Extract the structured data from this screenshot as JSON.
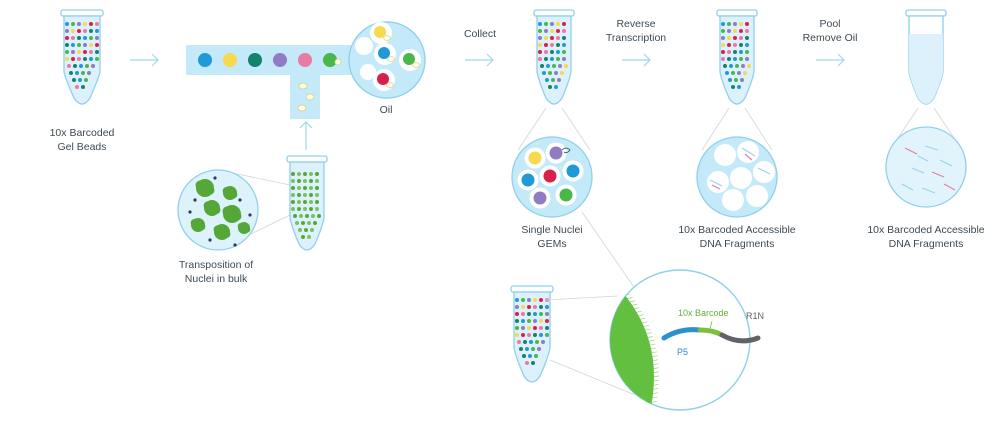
{
  "labels": {
    "gel_beads": [
      "10x Barcoded",
      "Gel Beads"
    ],
    "oil": "Oil",
    "transposition": [
      "Transposition of",
      "Nuclei in bulk"
    ],
    "collect": "Collect",
    "reverse_transcription": [
      "Reverse",
      "Transcription"
    ],
    "pool_remove_oil": [
      "Pool",
      "Remove Oil"
    ],
    "single_nuclei_gems": [
      "Single Nuclei",
      "GEMs"
    ],
    "fragments_mid": [
      "10x Barcoded Accessible",
      "DNA Fragments"
    ],
    "fragments_right": [
      "10x Barcoded Accessible",
      "DNA Fragments"
    ],
    "barcode": "10x Barcode",
    "p5": "P5",
    "r1n": "R1N"
  },
  "colors": {
    "tube_fill": "#dcf1fb",
    "tube_stroke": "#8fd0ec",
    "channel": "#c4e9f8",
    "nuclei_green": "#55a838",
    "arrow": "#9fd6ee",
    "text": "#3d4a55",
    "gem_palette": [
      "#1f9ad6",
      "#f5d94e",
      "#14836b",
      "#8f7cc3",
      "#e97aa3",
      "#49b749",
      "#d8204a"
    ]
  },
  "channel_beads": [
    "#1f9ad6",
    "#f5d94e",
    "#14836b",
    "#8f7cc3",
    "#e97aa3",
    "#49b749"
  ],
  "gems_in_oil": [
    "#f5d94e",
    "#1f9ad6",
    "#49b749",
    "#d8204a"
  ],
  "gems_collected": [
    "#f5d94e",
    "#8f7cc3",
    "#1f9ad6",
    "#d8204a",
    "#49b749",
    "#8f7cc3",
    "#1f9ad6"
  ]
}
